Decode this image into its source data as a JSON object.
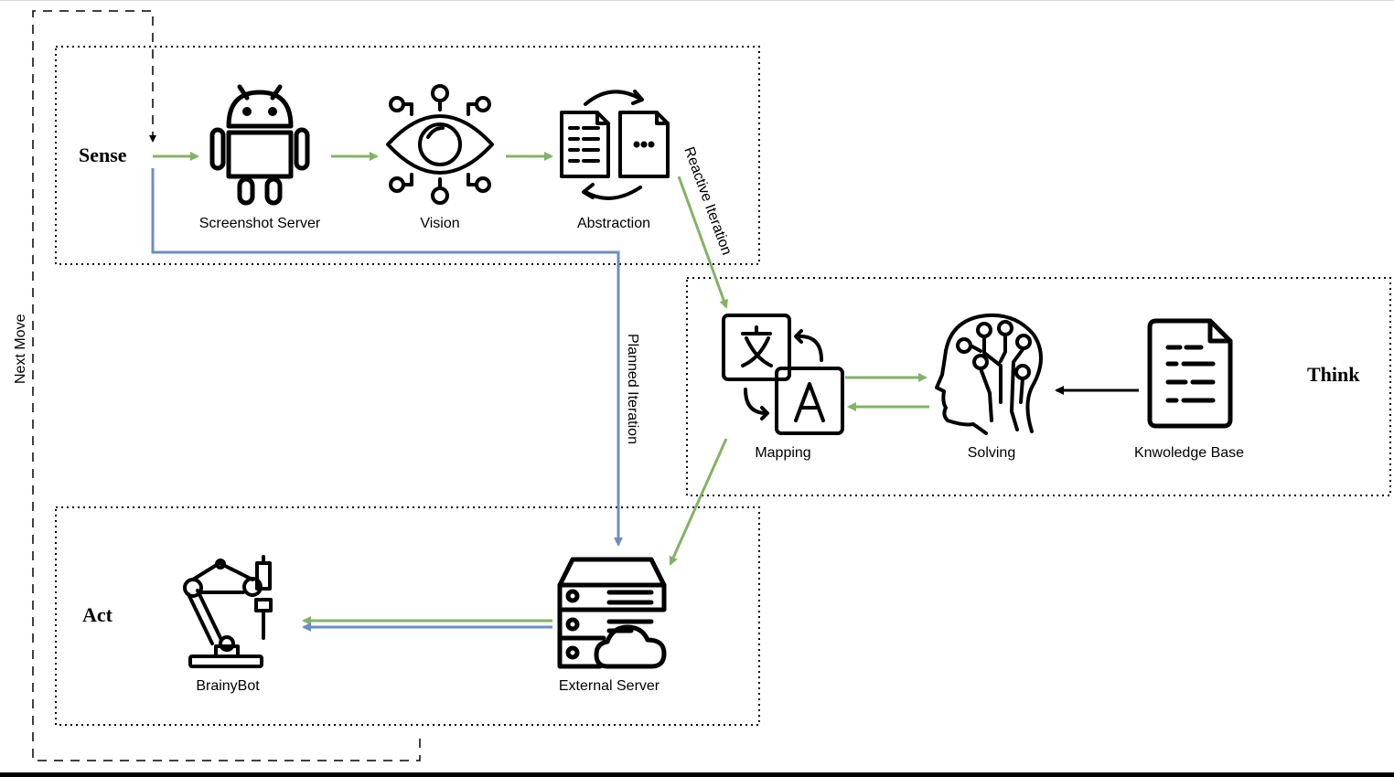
{
  "groups": {
    "sense": "Sense",
    "think": "Think",
    "act": "Act"
  },
  "nodes": {
    "screenshot_server": "Screenshot Server",
    "vision": "Vision",
    "abstraction": "Abstraction",
    "mapping": "Mapping",
    "solving": "Solving",
    "knowledge_base": "Knwoledge Base",
    "external_server": "External Server",
    "brainybot": "BrainyBot"
  },
  "edges": {
    "reactive": "Reactive Iteration",
    "planned": "Planned Iteration",
    "next_move": "Next Move"
  },
  "icons": {
    "screenshot_server": "android-icon",
    "vision": "eye-network-icon",
    "abstraction": "documents-sync-icon",
    "mapping": "translate-icon",
    "solving": "brain-head-icon",
    "knowledge_base": "document-icon",
    "external_server": "cloud-server-icon",
    "brainybot": "robot-arm-icon"
  },
  "colors": {
    "green": "#82b366",
    "blue": "#6c8ebf",
    "ink": "#000000"
  }
}
